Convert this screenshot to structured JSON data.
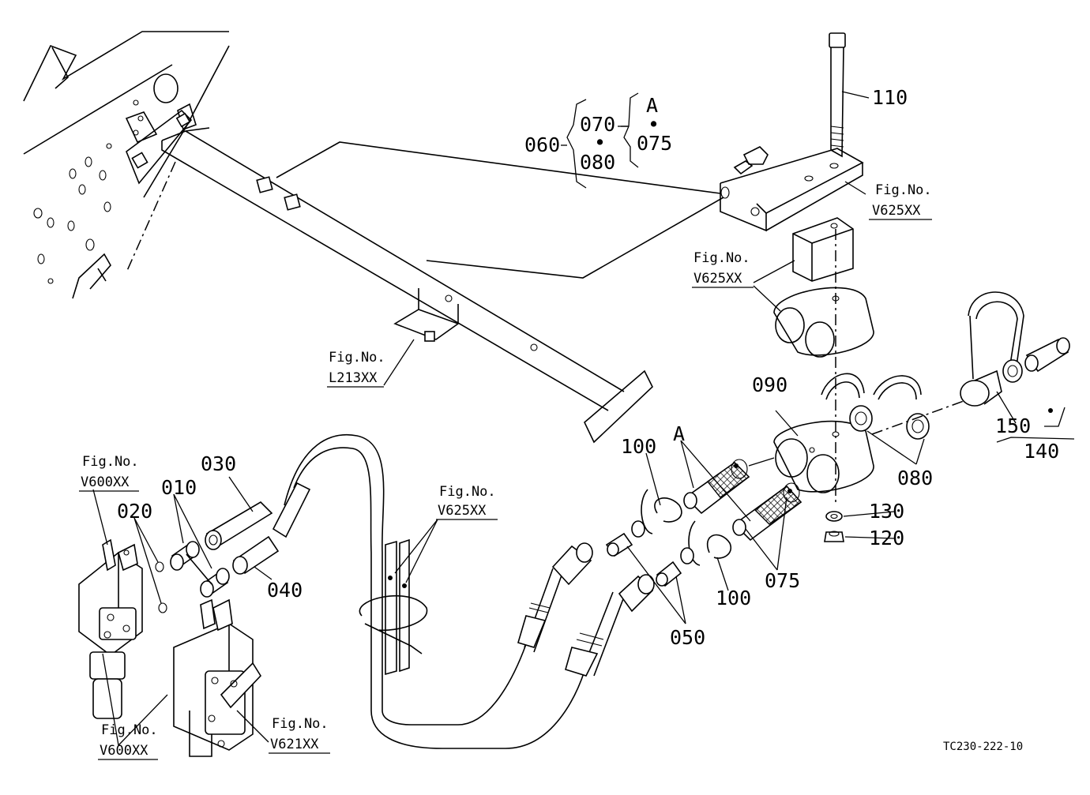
{
  "drawing_number": "TC230-222-10",
  "parts": {
    "p010": "010",
    "p020": "020",
    "p030": "030",
    "p040": "040",
    "p050": "050",
    "p060": "060",
    "p070": "070",
    "p075_top": "075",
    "p075": "075",
    "p080_top": "080",
    "p080": "080",
    "p090": "090",
    "p100_a": "100",
    "p100_b": "100",
    "p110": "110",
    "p120": "120",
    "p130": "130",
    "p140": "140",
    "p150": "150"
  },
  "markers": {
    "a_top": "A",
    "a_mid": "A",
    "bullet": "•"
  },
  "figure_refs": {
    "fig_prefix": "Fig.No.",
    "v600_top": "V600XX",
    "v600_bottom": "V600XX",
    "v621": "V621XX",
    "v625_clamp": "V625XX",
    "v625_bracket": "V625XX",
    "v625_block": "V625XX",
    "l213": "L213XX"
  },
  "colors": {
    "ink": "#000000",
    "paper": "#ffffff"
  }
}
